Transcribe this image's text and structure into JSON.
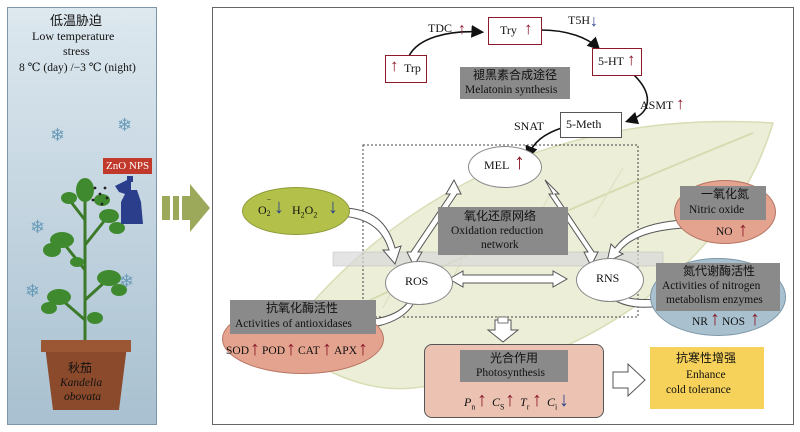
{
  "colors": {
    "up_arrow": "#8b1a2b",
    "down_arrow": "#2a3f8c",
    "left_panel_top": "#dce7ee",
    "left_panel_bottom": "#a9c2d2",
    "gray_box": "#8a8a8a",
    "salmon": "#e3a38f",
    "olive": "#b3c14a",
    "yellow": "#f7d25a",
    "chevron": "#9ca85a",
    "pot": "#8b4a2b",
    "zno_box": "#c0392b"
  },
  "left_panel": {
    "stress_cn": "低温胁迫",
    "stress_en_1": "Low temperature",
    "stress_en_2": "stress",
    "condition": "8 ℃ (day) /−3 ℃ (night)",
    "zno_label": "ZnO NPS",
    "plant_cn": "秋茄",
    "plant_en_1": "Kandelia",
    "plant_en_2": "obovata"
  },
  "pathway": {
    "trp": "Trp",
    "tdc": "TDC",
    "try": "Try",
    "t5h": "T5H",
    "ht": "5-HT",
    "asmt": "ASMT",
    "meth": "5-Meth",
    "snat": "SNAT",
    "title_cn": "褪黑素合成途径",
    "title_en": "Melatonin synthesis"
  },
  "center": {
    "mel": "MEL",
    "network_cn": "氧化还原网络",
    "network_en_1": "Oxidation reduction",
    "network_en_2": "network",
    "ros": "ROS",
    "rns": "RNS"
  },
  "o2h2o2": {
    "o2": "O",
    "o2_sub": "2",
    "o2_sup": "−",
    "h2o2_a": "H",
    "h2o2_sub1": "2",
    "h2o2_b": "O",
    "h2o2_sub2": "2"
  },
  "antioxidases": {
    "title_cn": "抗氧化酶活性",
    "title_en": "Activities of antioxidases",
    "items": [
      "SOD",
      "POD",
      "CAT",
      "APX"
    ]
  },
  "nitric_oxide": {
    "title_cn": "一氧化氮",
    "title_en": "Nitric oxide",
    "item": "NO"
  },
  "nitrogen_enzymes": {
    "title_cn": "氮代谢酶活性",
    "title_en_1": "Activities of nitrogen",
    "title_en_2": "metabolism enzymes",
    "items": [
      "NR",
      "NOS"
    ]
  },
  "photosynthesis": {
    "title_cn": "光合作用",
    "title_en": "Photosynthesis",
    "items": [
      {
        "main": "P",
        "sub": "n",
        "dir": "up"
      },
      {
        "main": "C",
        "sub": "S",
        "dir": "up"
      },
      {
        "main": "T",
        "sub": "r",
        "dir": "up"
      },
      {
        "main": "C",
        "sub": "i",
        "dir": "down"
      }
    ]
  },
  "outcome": {
    "cn": "抗寒性增强",
    "en_1": "Enhance",
    "en_2": "cold tolerance"
  }
}
